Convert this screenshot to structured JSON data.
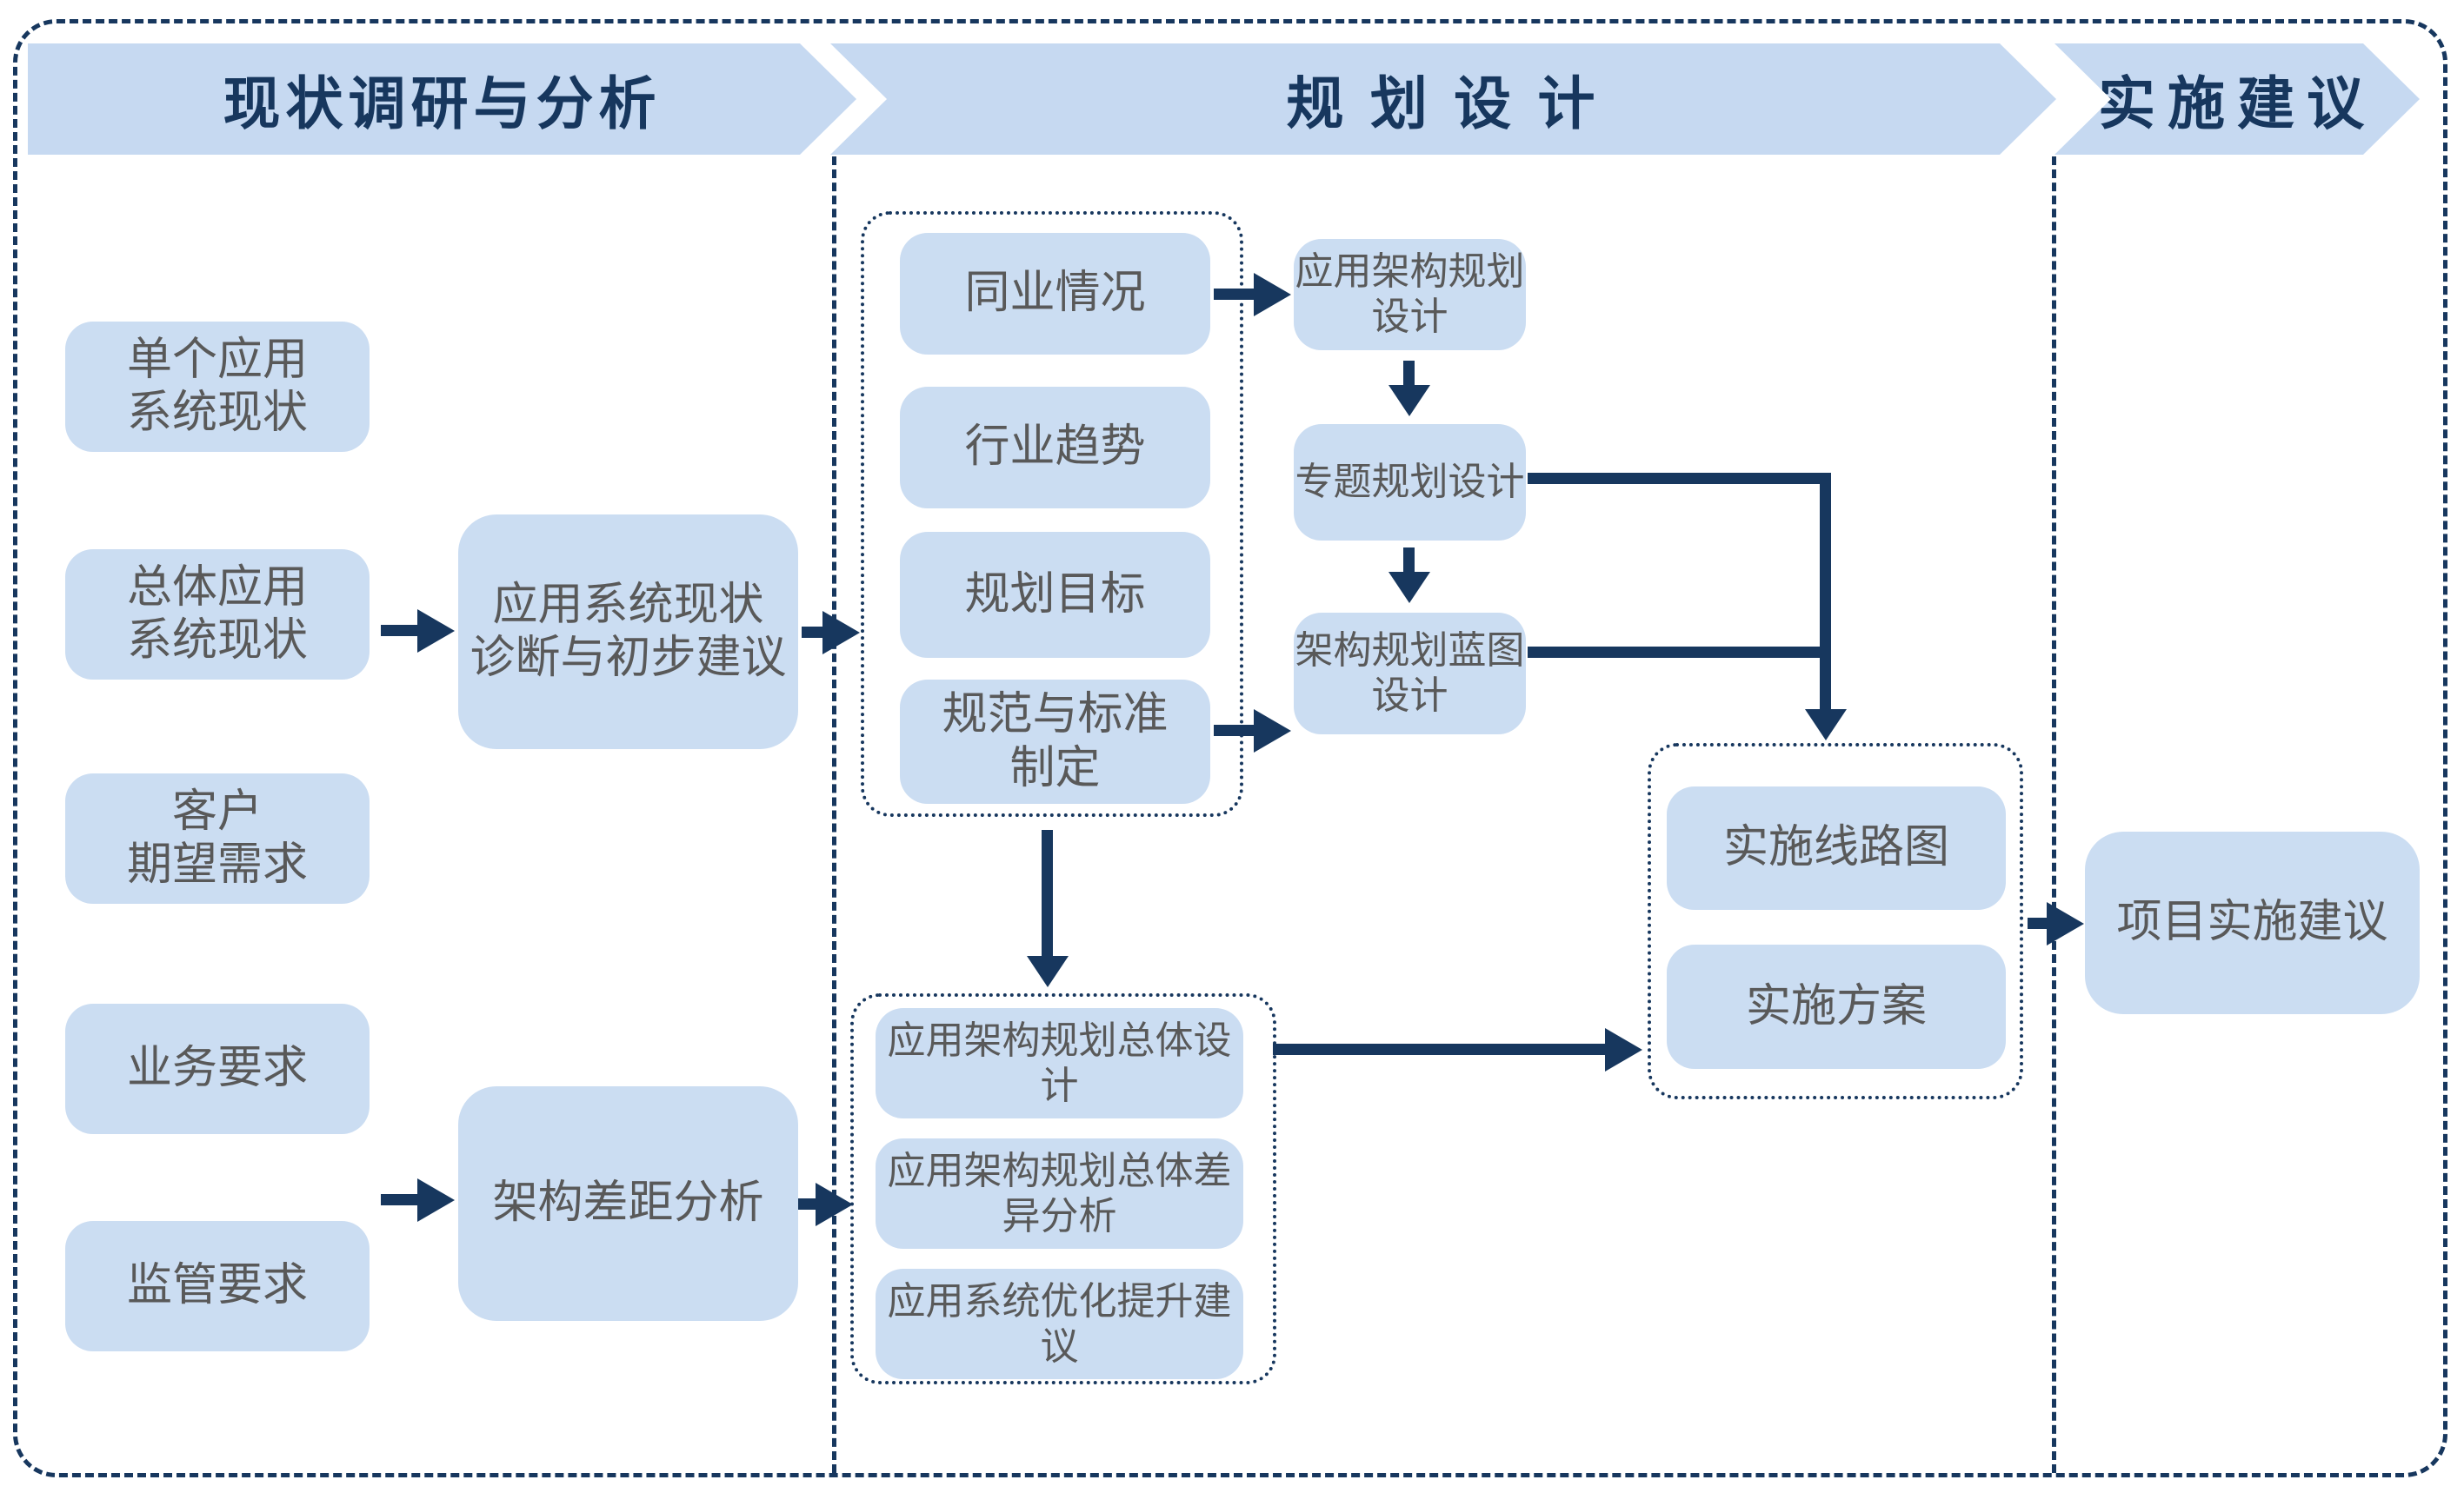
{
  "colors": {
    "navy": "#17375E",
    "banner_fill": "#C6D9F1",
    "box_fill": "#CBDDF2",
    "box_text": "#595959"
  },
  "headers": {
    "research": "现状调研与分析",
    "planning": "规 划 设 计",
    "implementation": "实施建议"
  },
  "nodes": {
    "single_app": "单个应用\n系统现状",
    "overall_app": "总体应用\n系统现状",
    "customer_needs": "客户\n期望需求",
    "business_req": "业务要求",
    "regulatory_req": "监管要求",
    "diagnosis": "应用系统现状\n诊断与初步建议",
    "gap_analysis": "架构差距分析",
    "peer_situation": "同业情况",
    "industry_trend": "行业趋势",
    "planning_goal": "规划目标",
    "standards": "规范与标准\n制定",
    "app_arch_design": "应用架构规划\n设计",
    "special_planning": "专题规划设计",
    "blueprint_design": "架构规划蓝图\n设计",
    "overall_design": "应用架构规划总体设计",
    "overall_gap_analysis": "应用架构规划总体差异分析",
    "optimization": "应用系统优化提升建议",
    "roadmap": "实施线路图",
    "impl_plan": "实施方案",
    "project_impl": "项目实施建议"
  }
}
